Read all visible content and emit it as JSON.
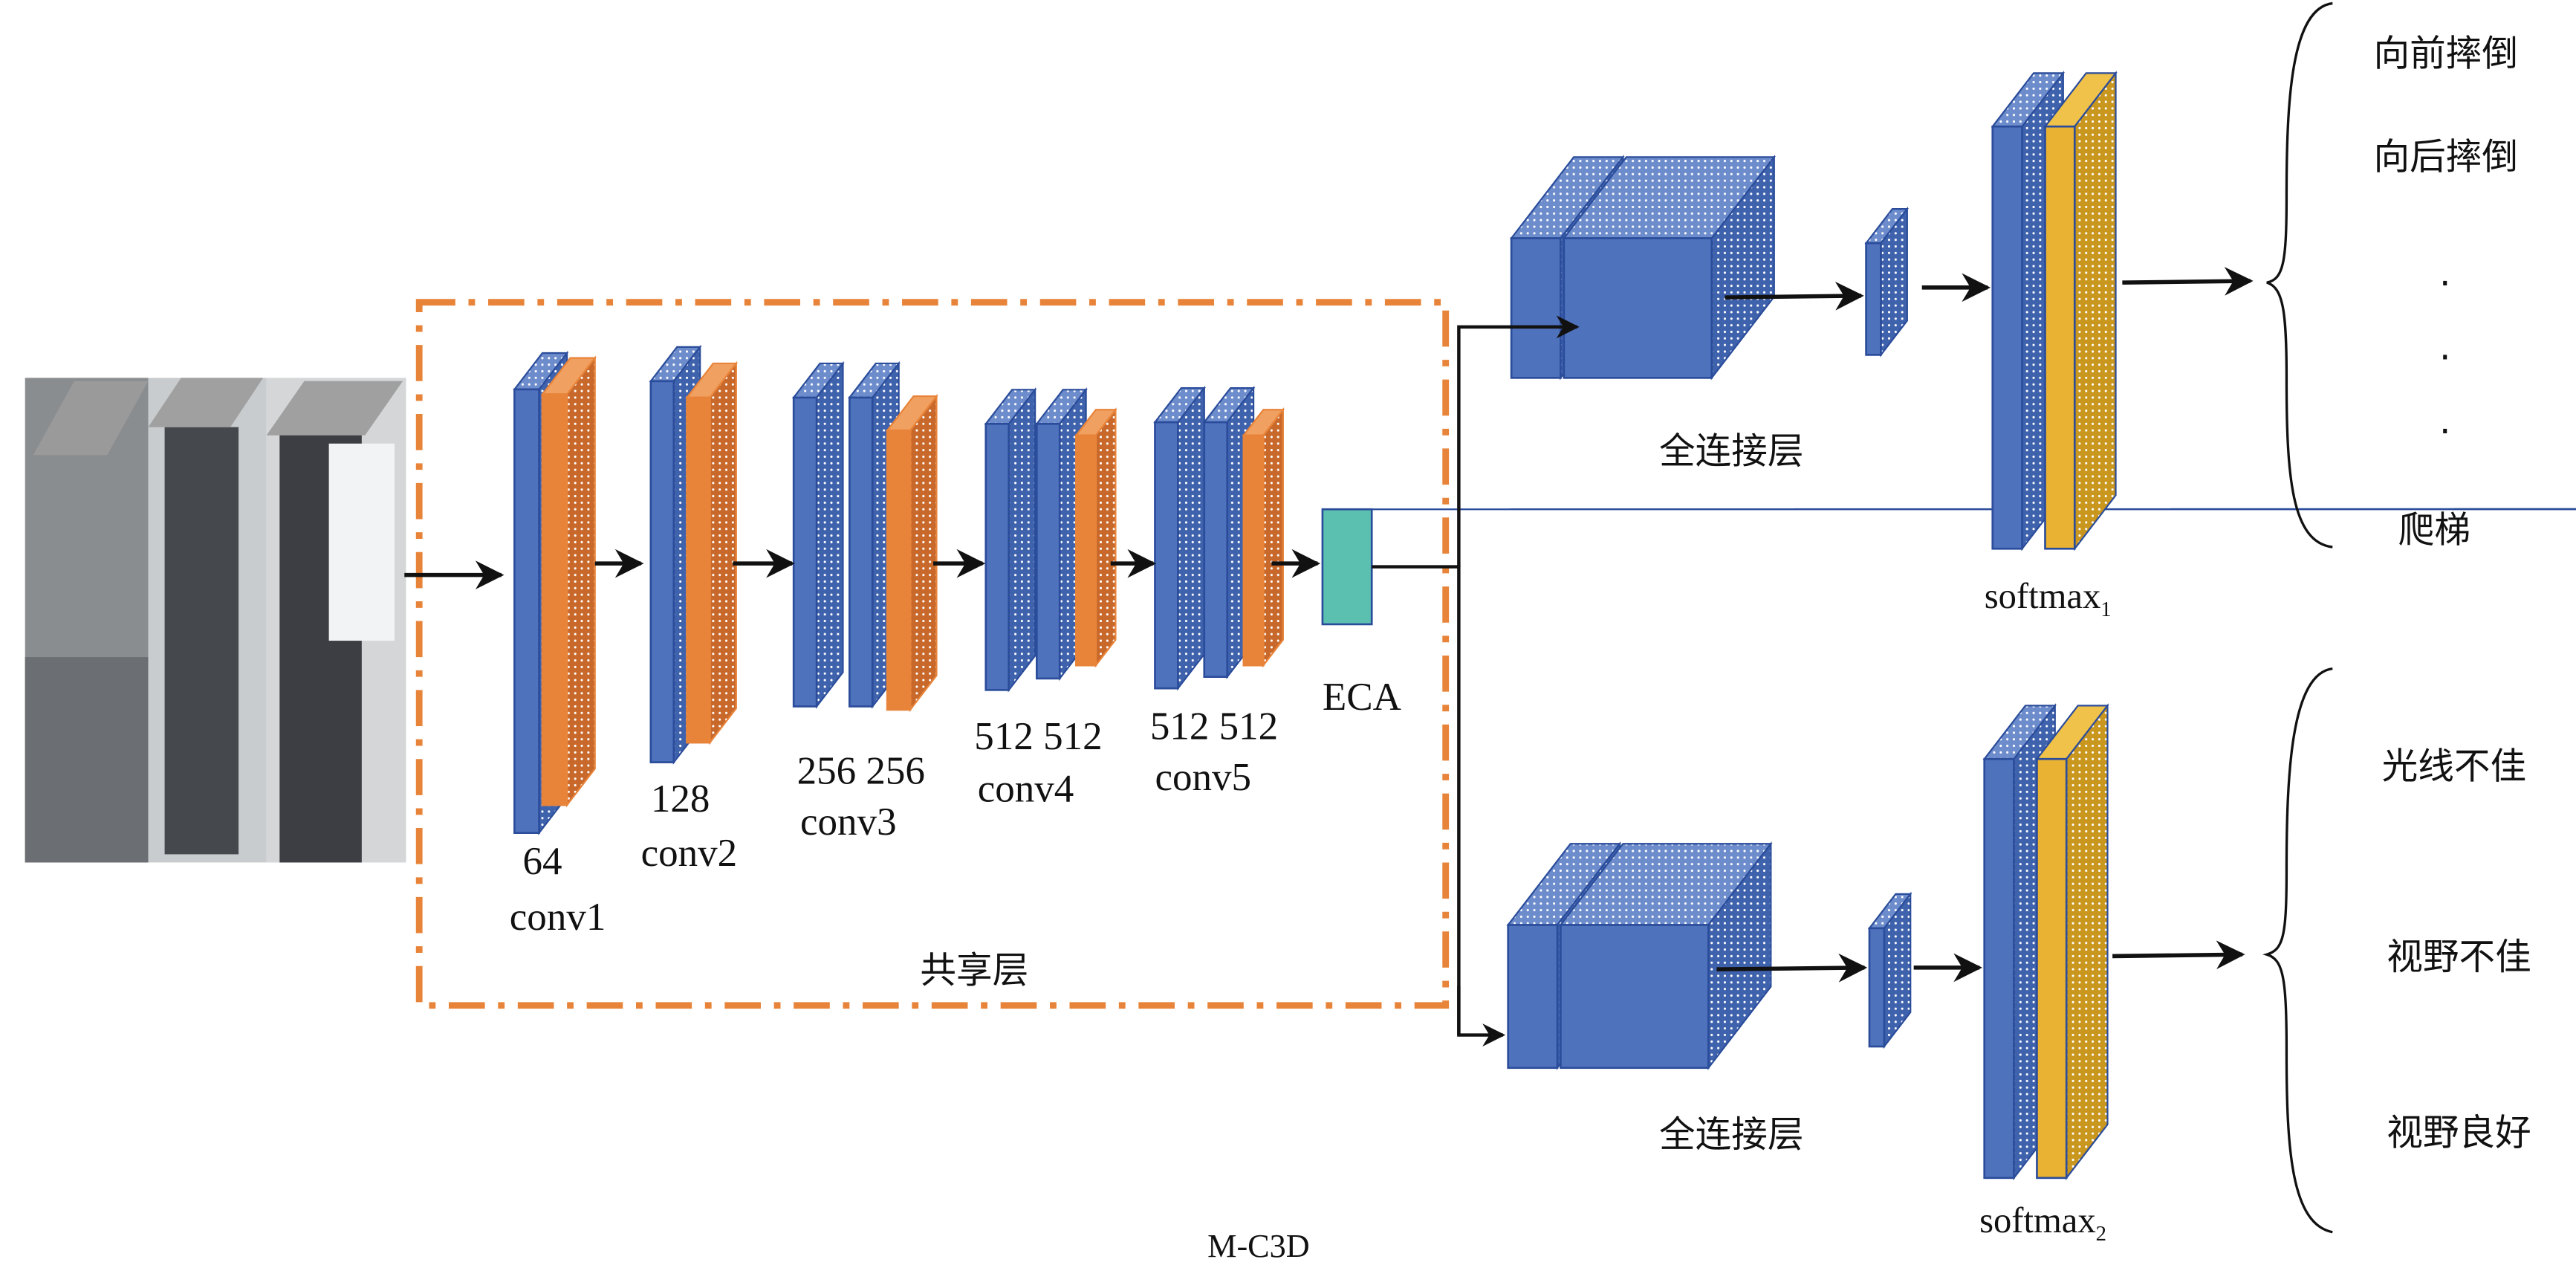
{
  "title": "M-C3D",
  "shared": {
    "label": "共享层",
    "layers": [
      {
        "channels": "64",
        "name": "conv1"
      },
      {
        "channels": "128",
        "name": "conv2"
      },
      {
        "channels": "256 256",
        "name": "conv3"
      },
      {
        "channels": "512 512",
        "name": "conv4"
      },
      {
        "channels": "512 512",
        "name": "conv5"
      }
    ],
    "attention": "ECA"
  },
  "branches": [
    {
      "fc_label": "全连接层",
      "softmax": "softmax",
      "softmax_sub": "1",
      "outputs": [
        "向前摔倒",
        "向后摔倒",
        "·",
        "·",
        "·",
        "爬梯"
      ]
    },
    {
      "fc_label": "全连接层",
      "softmax": "softmax",
      "softmax_sub": "2",
      "outputs": [
        "光线不佳",
        "视野不佳",
        "视野良好"
      ]
    }
  ],
  "colors": {
    "blue": "#4f72bd",
    "orange": "#e8843a",
    "teal": "#5cc0b0",
    "gold": "#e9b232",
    "dash": "#e8843a"
  }
}
